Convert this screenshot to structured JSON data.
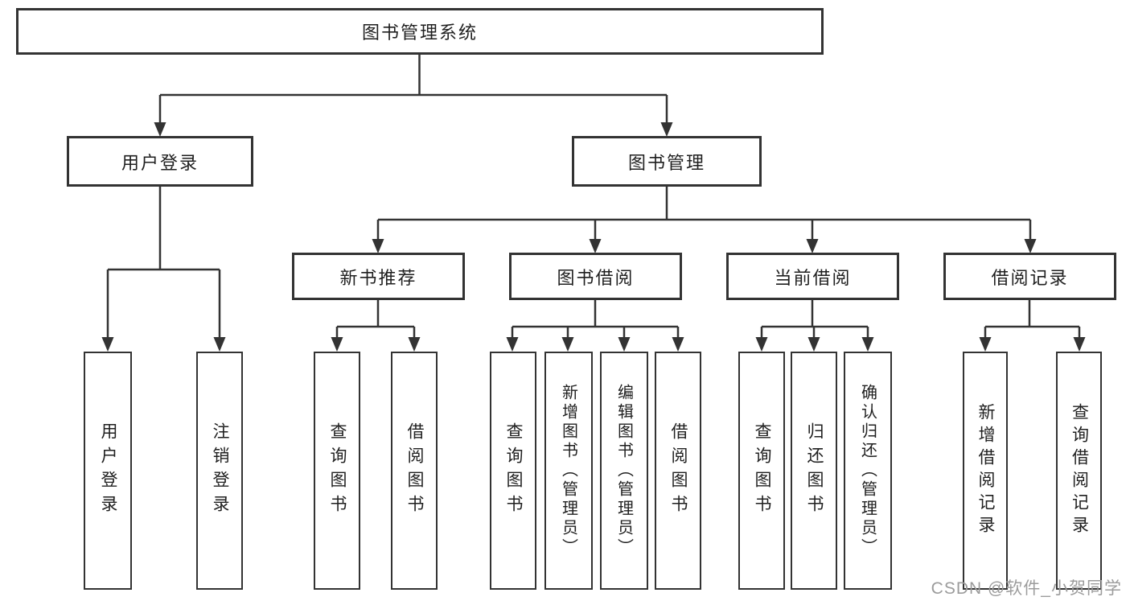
{
  "diagram": {
    "root": {
      "label": "图书管理系统"
    },
    "level2": [
      {
        "label": "用户登录"
      },
      {
        "label": "图书管理"
      }
    ],
    "level3": [
      {
        "label": "新书推荐"
      },
      {
        "label": "图书借阅"
      },
      {
        "label": "当前借阅"
      },
      {
        "label": "借阅记录"
      }
    ],
    "leaves": [
      {
        "label": "用户登录"
      },
      {
        "label": "注销登录"
      },
      {
        "label": "查询图书"
      },
      {
        "label": "借阅图书"
      },
      {
        "label": "查询图书"
      },
      {
        "label": "新增图书（管理员）"
      },
      {
        "label": "编辑图书（管理员）"
      },
      {
        "label": "借阅图书"
      },
      {
        "label": "查询图书"
      },
      {
        "label": "归还图书"
      },
      {
        "label": "确认归还（管理员）"
      },
      {
        "label": "新增借阅记录"
      },
      {
        "label": "查询借阅记录"
      }
    ]
  },
  "watermark": {
    "text": "CSDN @软件_小贺同学"
  },
  "colors": {
    "line": "#333333",
    "box_border": "#333333",
    "box_background": "#ffffff",
    "text": "#1f1f1f",
    "watermark": "#9c9c9c"
  }
}
